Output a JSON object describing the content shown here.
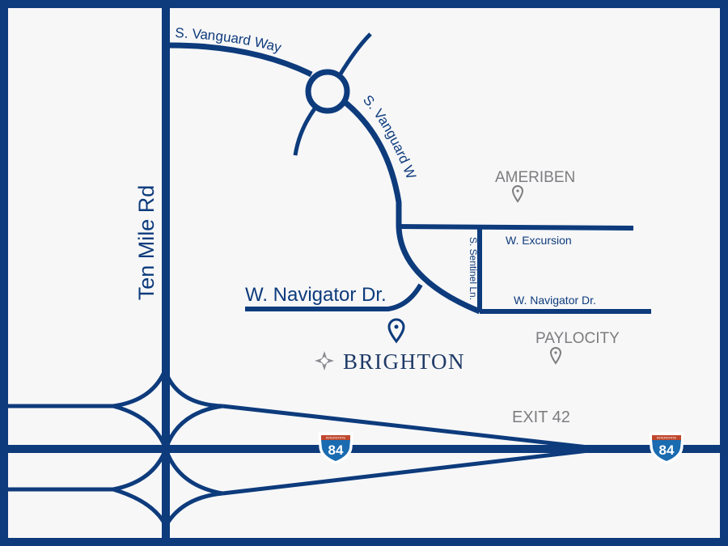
{
  "colors": {
    "road": "#0d3b7c",
    "background": "#f7f7f8",
    "business_label": "#7d7d80",
    "brand_text": "#1e3a66",
    "shield_red": "#c0472c",
    "shield_blue": "#1a6bb0"
  },
  "roads": {
    "ten_mile": "Ten Mile Rd",
    "vanguard_top": "S. Vanguard Way",
    "vanguard_diag": "S. Vanguard Way",
    "navigator_left": "W. Navigator Dr.",
    "navigator_right": "W. Navigator Dr.",
    "excursion": "W. Excursion",
    "sentinel": "S. Sentinel Ln."
  },
  "places": {
    "ameriben": "AMERIBEN",
    "paylocity": "PAYLOCITY"
  },
  "exit_label": "EXIT 42",
  "brand": {
    "name": "BRIGHTON",
    "icon": "compass-star-icon"
  },
  "shields": [
    {
      "header": "INTERSTATE",
      "number": "84"
    },
    {
      "header": "INTERSTATE",
      "number": "84"
    }
  ],
  "icons": {
    "location_pin": "map-pin-icon",
    "poi_pin": "poi-pin-icon"
  }
}
